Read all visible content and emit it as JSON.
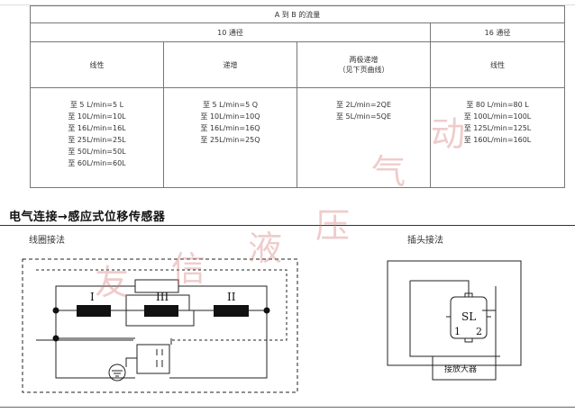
{
  "table": {
    "header": "A 到 B 的流量",
    "groups": [
      "10 通径",
      "16 通径"
    ],
    "columns": [
      {
        "title": "线性",
        "subtitle": ""
      },
      {
        "title": "递增",
        "subtitle": ""
      },
      {
        "title": "两极递增",
        "subtitle": "（见下页曲线）"
      },
      {
        "title": "线性",
        "subtitle": ""
      }
    ],
    "values": [
      [
        "至 5 L/min=5 L",
        "至 10L/min=10L",
        "至 16L/min=16L",
        "至 25L/min=25L",
        "至 50L/min=50L",
        "至 60L/min=60L"
      ],
      [
        "至 5 L/min=5 Q",
        "至 10L/min=10Q",
        "至 16L/min=16Q",
        "至 25L/min=25Q"
      ],
      [
        "至 2L/min=2QE",
        "至 5L/min=5QE"
      ],
      [
        "至 80 L/min=80 L",
        "至 100L/min=100L",
        "至 125L/min=125L",
        "至 160L/min=160L"
      ]
    ]
  },
  "section": {
    "title": "电气连接→感应式位移传感器"
  },
  "left_diagram": {
    "title": "线圈接法",
    "coil_labels": [
      "I",
      "III",
      "II"
    ]
  },
  "right_diagram": {
    "title": "插头接法",
    "connector_label": "SL",
    "pin_labels": [
      "1",
      "2"
    ],
    "amplifier_label": "接放大器"
  },
  "watermark": {
    "chars": [
      "友",
      "信",
      "液",
      "压",
      "气",
      "动"
    ],
    "color": "#d67878"
  }
}
